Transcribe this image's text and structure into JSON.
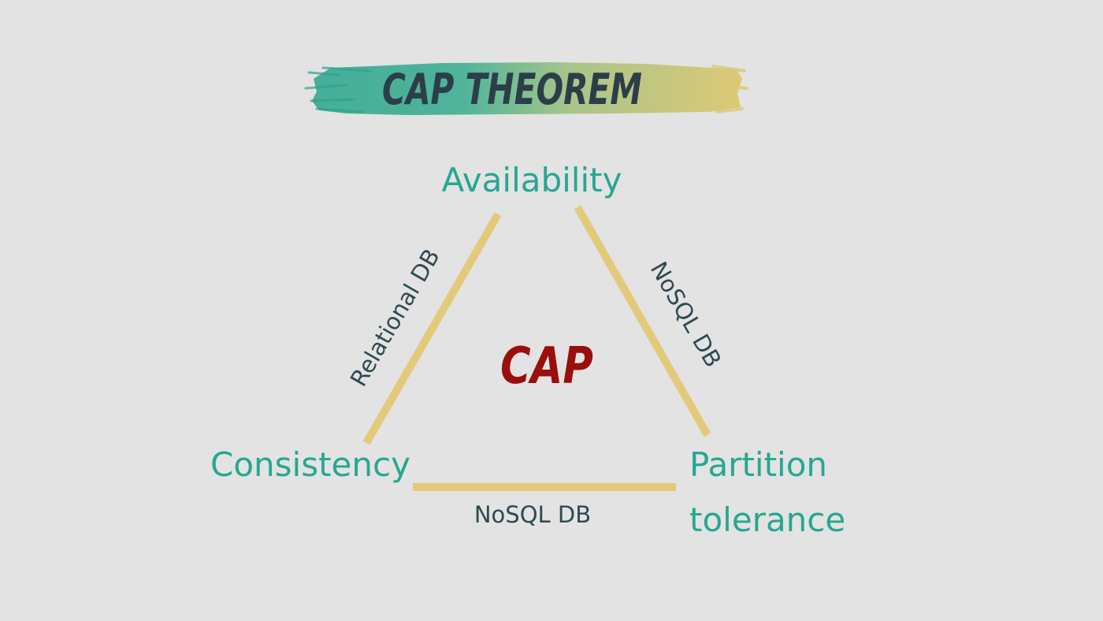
{
  "title": "CAP THEOREM",
  "center_label": "CAP",
  "vertices": {
    "top": "Availability",
    "left": "Consistency",
    "right_line1": "Partition",
    "right_line2": "tolerance"
  },
  "edges": {
    "left": "Relational DB",
    "right": "NoSQL DB",
    "bottom": "NoSQL DB"
  },
  "colors": {
    "background": "#e3e3e3",
    "vertex_text": "#26a792",
    "edge_text": "#2d4a52",
    "title_text": "#2c3e4a",
    "center_text": "#9a0e0e",
    "edge_line": "#e3c97a",
    "brush_teal": "#2ba58c",
    "brush_yellow": "#ddc876"
  }
}
